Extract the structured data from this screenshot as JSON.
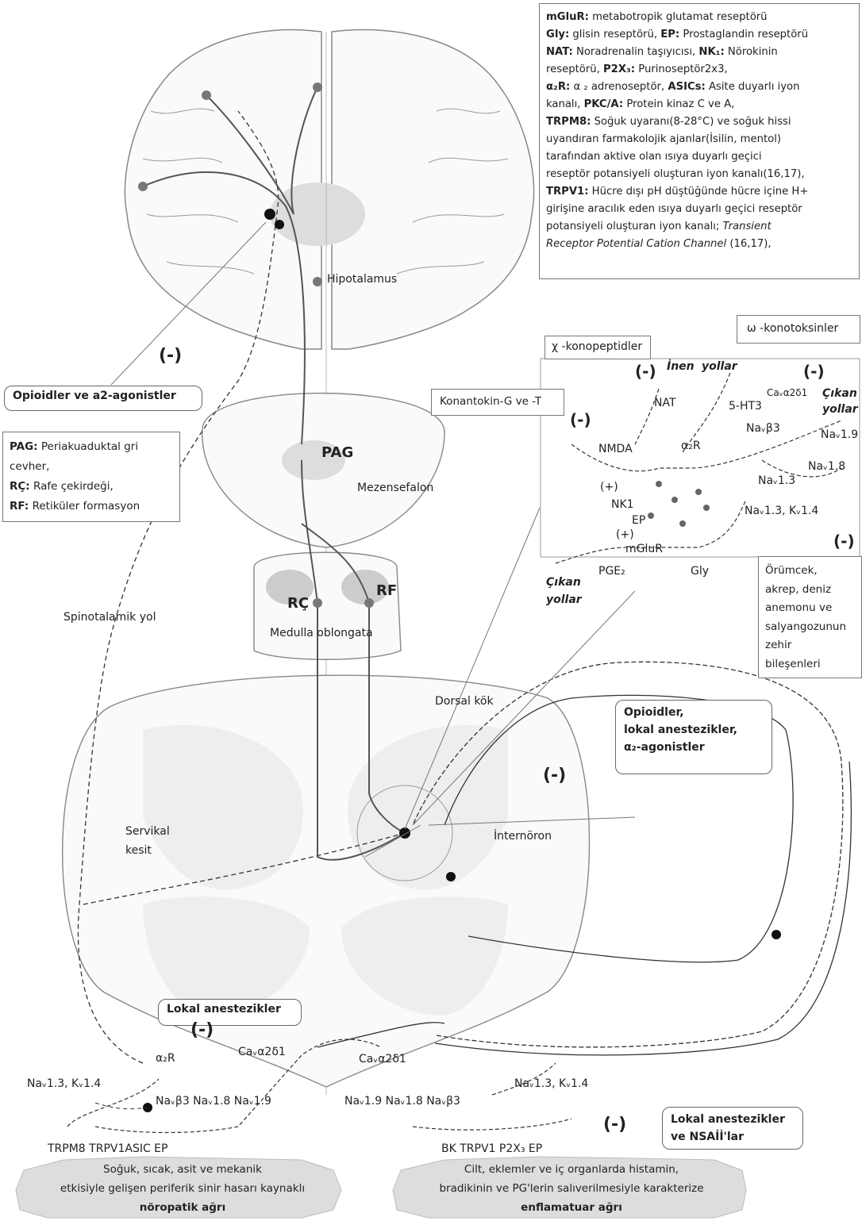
{
  "legend_top": {
    "lines": [
      [
        {
          "b": "mGluR:"
        },
        {
          "t": " metabotropik glutamat reseptörü"
        }
      ],
      [
        {
          "b": "Gly:"
        },
        {
          "t": " glisin reseptörü, "
        },
        {
          "b": "EP:"
        },
        {
          "t": " Prostaglandin reseptörü"
        }
      ],
      [
        {
          "b": "NAT:"
        },
        {
          "t": " Noradrenalin taşıyıcısı, "
        },
        {
          "b": "NK₁:"
        },
        {
          "t": " Nörokinin"
        }
      ],
      [
        {
          "t": "reseptörü, "
        },
        {
          "b": "P2X₃:"
        },
        {
          "t": " Purinoseptör2x3,"
        }
      ],
      [
        {
          "b": "α₂R:"
        },
        {
          "t": " α ₂ adrenoseptör, "
        },
        {
          "b": "ASICs:"
        },
        {
          "t": " Asite duyarlı iyon"
        }
      ],
      [
        {
          "t": "kanalı, "
        },
        {
          "b": "PKC/A:"
        },
        {
          "t": " Protein kinaz C ve A,"
        }
      ],
      [
        {
          "b": "TRPM8:"
        },
        {
          "t": " Soğuk uyaranı(8-28°C) ve soğuk hissi"
        }
      ],
      [
        {
          "t": "uyandıran farmakolojik ajanlar(İsilin, mentol)"
        }
      ],
      [
        {
          "t": "tarafından aktive olan ısıya duyarlı geçici"
        }
      ],
      [
        {
          "t": "reseptör potansiyeli oluşturan iyon kanalı(16,17),"
        }
      ],
      [
        {
          "b": "TRPV1:"
        },
        {
          "t": " Hücre dışı pH düştüğünde hücre içine H+"
        }
      ],
      [
        {
          "t": "girişine aracılık eden ısıya duyarlı geçici reseptör"
        }
      ],
      [
        {
          "t": "potansiyeli oluşturan iyon kanalı; "
        },
        {
          "i": "Transient"
        }
      ],
      [
        {
          "i": "Receptor Potential Cation Channel"
        },
        {
          "t": " (16,17),"
        }
      ]
    ]
  },
  "legend_left": {
    "lines": [
      [
        {
          "b": "PAG:"
        },
        {
          "t": " Periakuaduktal gri"
        }
      ],
      [
        {
          "t": "cevher,"
        }
      ],
      [
        {
          "b": "RÇ:"
        },
        {
          "t": " Rafe çekirdeği,"
        }
      ],
      [
        {
          "b": "RF:"
        },
        {
          "t": " Retiküler formasyon"
        }
      ]
    ]
  },
  "brain": {
    "hipotalamus": "Hipotalamus",
    "pag": "PAG",
    "mezensefalon": "Mezensefalon",
    "rc": "RÇ",
    "rf": "RF",
    "medulla": "Medulla oblongata",
    "spinotalamik": "Spinotalamik yol",
    "dorsal_kok": "Dorsal kök",
    "servikal": "Servikal",
    "kesit": "kesit",
    "internoron": "İnternöron"
  },
  "callouts": {
    "opioid_a2": "Opioidler ve a2-agonistler",
    "opioid_lokal_1": "Opioidler,",
    "opioid_lokal_2": "lokal anestezikler,",
    "opioid_lokal_3": "α₂-agonistler",
    "chi": "χ -konopeptidler",
    "omega": "ω -konotoksinler",
    "konantokin": "Konantokin-G ve -T",
    "orumcek": [
      "Örümcek,",
      "akrep, deniz",
      "anemonu ve",
      "salyangozunun",
      "zehir",
      "bileşenleri"
    ],
    "lokal_anestezikler": "Lokal anestezikler",
    "lokal_nsaii_1": "Lokal anestezikler",
    "lokal_nsaii_2": "ve NSAİİ'lar",
    "minus": "(-)"
  },
  "synapse": {
    "inen": "İnen",
    "yollar": "yollar",
    "cikan": "Çıkan",
    "nat": "NAT",
    "ht3": "5-HT3",
    "ca_a2d1": "Caᵥα2δ1",
    "nmda": "NMDA",
    "a2r": "α₂R",
    "nab3": "Naᵥβ3",
    "nav19": "Naᵥ1.9",
    "nav18": "Naᵥ1.8",
    "nav13": "Naᵥ1.3",
    "nav13kv14": "Naᵥ1.3, Kᵥ1.4",
    "nk1": "NK1",
    "ep": "EP",
    "mglur": "mGluR",
    "plus": "(+)",
    "pge2": "PGE₂",
    "gly": "Gly"
  },
  "periphery": {
    "left_top": [
      "α₂R",
      "Caᵥα2δ1"
    ],
    "left_ch": "Naᵥ1.3, Kᵥ1.4",
    "left_row": "Naᵥβ3 Naᵥ1.8  Naᵥ1.9",
    "left_recept": "TRPM8 TRPV1ASIC  EP",
    "right_top": "Caᵥα2δ1",
    "right_ch": "Naᵥ1.3, Kᵥ1.4",
    "right_row": "Naᵥ1.9 Naᵥ1.8 Naᵥβ3",
    "right_recept": "BK  TRPV1 P2X₃  EP"
  },
  "bottom": {
    "left_1": "Soğuk, sıcak, asit ve mekanik",
    "left_2": "etkisiyle gelişen periferik sinir hasarı kaynaklı",
    "left_3": "nöropatik ağrı",
    "right_1": "Cilt, eklemler ve iç organlarda histamin,",
    "right_2": "bradikinin ve PG'lerin salıverilmesiyle karakterize",
    "right_3": "enflamatuar ağrı"
  }
}
